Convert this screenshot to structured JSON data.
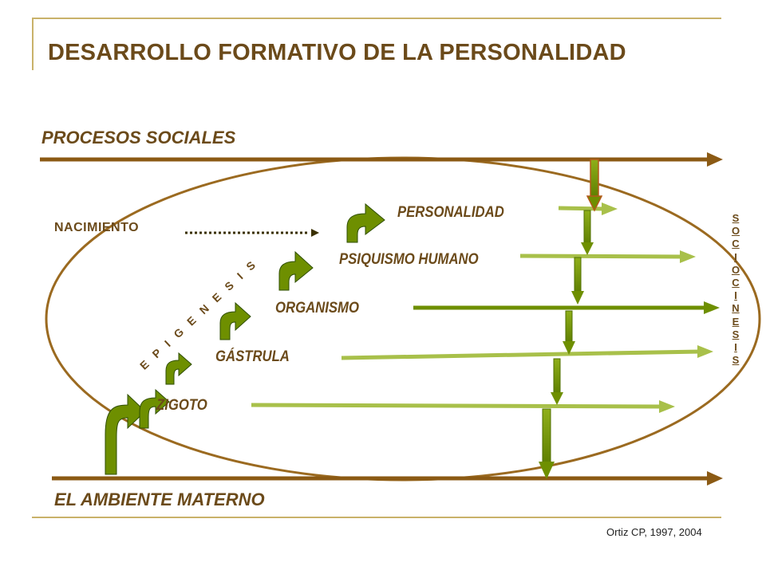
{
  "title": "DESARROLLO FORMATIVO DE LA PERSONALIDAD",
  "top_label": "PROCESOS SOCIALES",
  "bottom_label": "EL AMBIENTE MATERNO",
  "birth_label": "NACIMIENTO",
  "epigenesis_label": "E P I G E N E S I S",
  "sociocinesis_letters": [
    "S",
    "O",
    "C",
    "I",
    "O",
    "C",
    "I",
    "N",
    "E",
    "S",
    "I",
    "S"
  ],
  "stages": {
    "zigoto": "ZIGOTO",
    "gastrula": "GÁSTRULA",
    "organismo": "ORGANISMO",
    "psiquismo": "PSIQUISMO HUMANO",
    "personalidad": "PERSONALIDAD"
  },
  "citation": "Ortiz CP, 1997, 2004",
  "colors": {
    "brown": "#8b5a14",
    "ellipse": "#9b6a20",
    "green_dark": "#6e8f00",
    "green_light": "#a8c04a",
    "text": "#6b4a1a"
  }
}
